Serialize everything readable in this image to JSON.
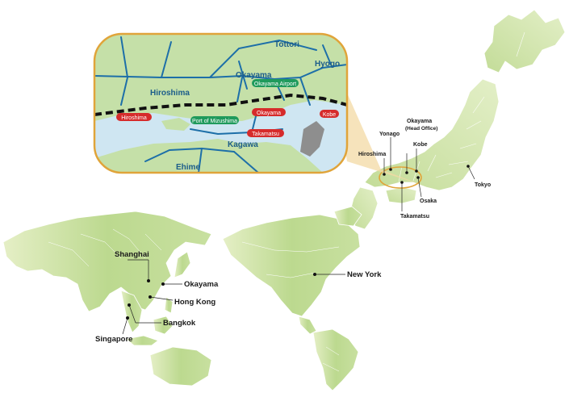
{
  "inset": {
    "regions": [
      "Tottori",
      "Hyogo",
      "Okayama",
      "Hiroshima",
      "Kagawa",
      "Ehime"
    ],
    "pills": [
      {
        "label": "Okayama Airport",
        "color": "#1f9a5c"
      },
      {
        "label": "Hiroshima",
        "color": "#d62b2b"
      },
      {
        "label": "Port of Mizushima",
        "color": "#1f9a5c"
      },
      {
        "label": "Okayama",
        "color": "#d62b2b"
      },
      {
        "label": "Kobe",
        "color": "#d62b2b"
      },
      {
        "label": "Takamatsu",
        "color": "#d62b2b"
      }
    ]
  },
  "japan_labels": {
    "yonago": "Yonago",
    "okayama_hq_1": "Okayama",
    "okayama_hq_2": "(Head Office)",
    "kobe": "Kobe",
    "hiroshima": "Hiroshima",
    "tokyo": "Tokyo",
    "osaka": "Osaka",
    "takamatsu": "Takamatsu"
  },
  "world_labels": {
    "shanghai": "Shanghai",
    "okayama": "Okayama",
    "hong_kong": "Hong Kong",
    "bangkok": "Bangkok",
    "singapore": "Singapore",
    "new_york": "New York"
  },
  "colors": {
    "land_light": "#d7e9b4",
    "land_mid": "#b5d58a",
    "sea": "#cfe6f2",
    "inset_border": "#e0a43a",
    "road": "#1d6fa8",
    "rail": "#111111"
  }
}
